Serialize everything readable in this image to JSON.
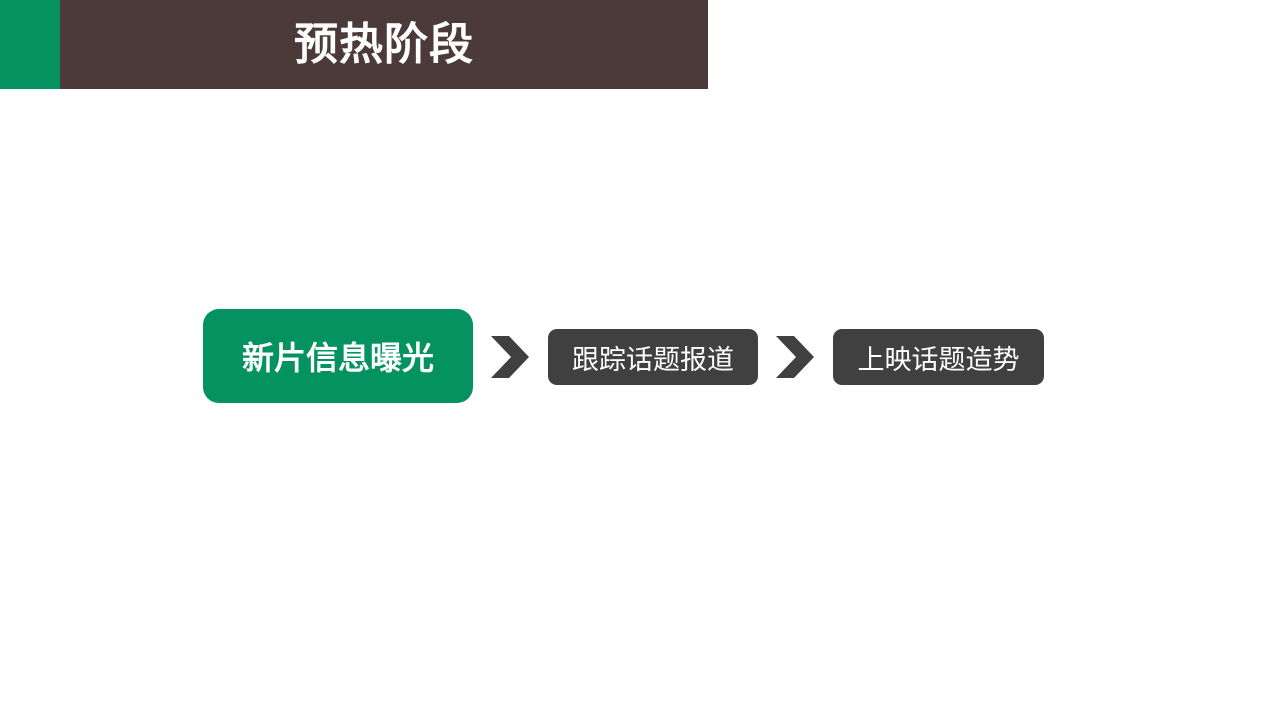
{
  "header": {
    "title": "预热阶段"
  },
  "flow": {
    "steps": [
      {
        "label": "新片信息曝光"
      },
      {
        "label": "跟踪话题报道"
      },
      {
        "label": "上映话题造势"
      }
    ],
    "arrow_icon": "chevron-right-icon"
  },
  "colors": {
    "accent_green": "#049261",
    "header_brown": "#4b3a38",
    "step_dark": "#404040",
    "text_white": "#ffffff"
  }
}
